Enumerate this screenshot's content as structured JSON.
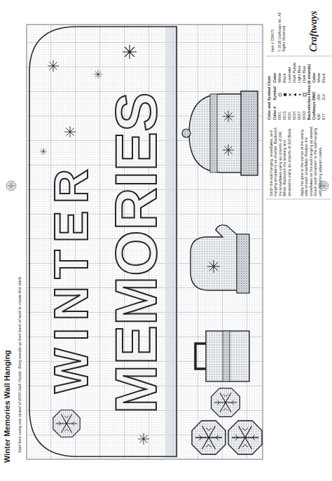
{
  "diagram": {
    "title": "Winter Memories Wall Hanging",
    "labels": [
      "Craftways",
      "Color and Symbol Chart",
      "Color #",
      "Symbol",
      "Color",
      "0001",
      "0015",
      "0031",
      "0034",
      "0027",
      "0033",
      "Backstitches Floss (6 strands)",
      "Craftways",
      "DMC",
      "Color",
      "630",
      "200",
      "White",
      "677",
      "310",
      "Black",
      "Stitch the wall hanging, snowflakes, and hanging ornaments as charted. Backstitch the snowflakes using six strands of 200 White. Backstitch the lettering and ornaments using six strands of 310 Black.",
      "Apply hot glue to the center of the wrong side of each snowflake. Position the snowflakes on the wall hanging as desired. Attach each ornament to the wall hanging with matching adjacent colors.",
      "Start here using one strand of 0034 Dark Purple. Bring needle up from back of work to create first stitch.",
      "WINTER",
      "MEMORIES",
      "Item # 239075",
      "© 2016 Craftways Inc. All Rights Reserved."
    ],
    "legend": [
      {
        "text": "White"
      },
      {
        "text": "Black"
      },
      {
        "text": "Lavender"
      },
      {
        "text": "Dark Purple"
      },
      {
        "text": "Light Blue"
      },
      {
        "text": "Dark Blue"
      }
    ]
  }
}
